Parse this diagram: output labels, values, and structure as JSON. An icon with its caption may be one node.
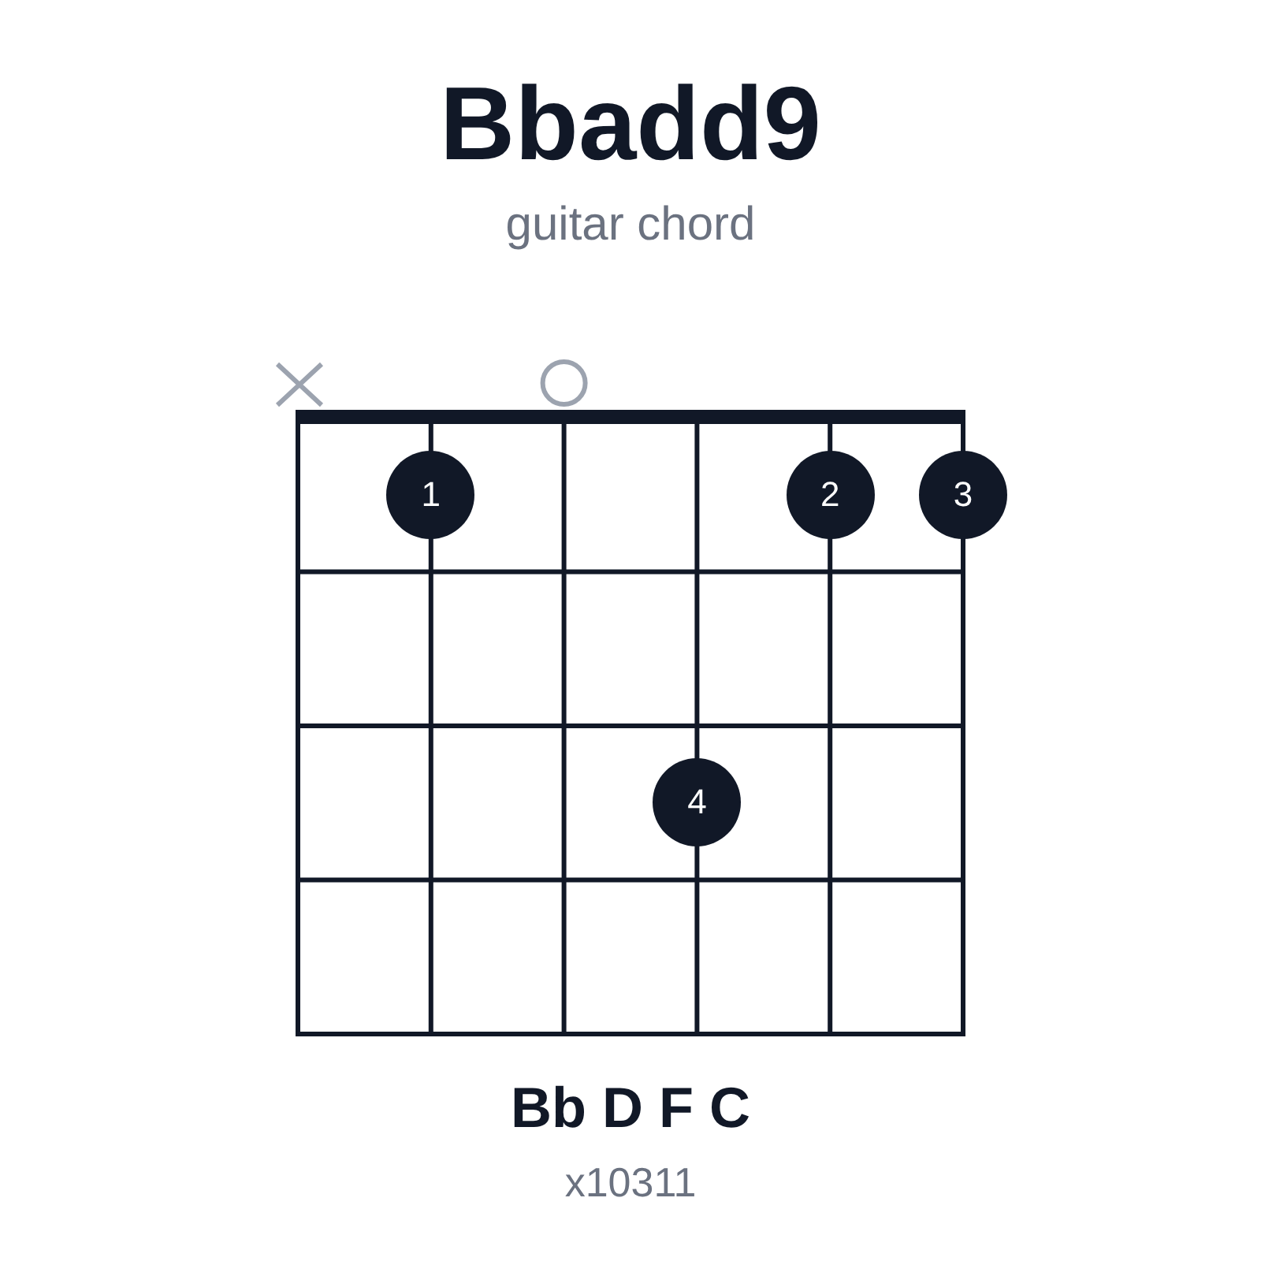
{
  "diagram": {
    "title": "Bbadd9",
    "nodes": [
      {
        "text": [
          "1"
        ]
      },
      {
        "text": [
          "2"
        ]
      },
      {
        "text": [
          "3"
        ]
      },
      {
        "text": [
          "4"
        ]
      }
    ],
    "labels": [
      "guitar chord",
      "Bb D F C",
      "x10311"
    ]
  }
}
